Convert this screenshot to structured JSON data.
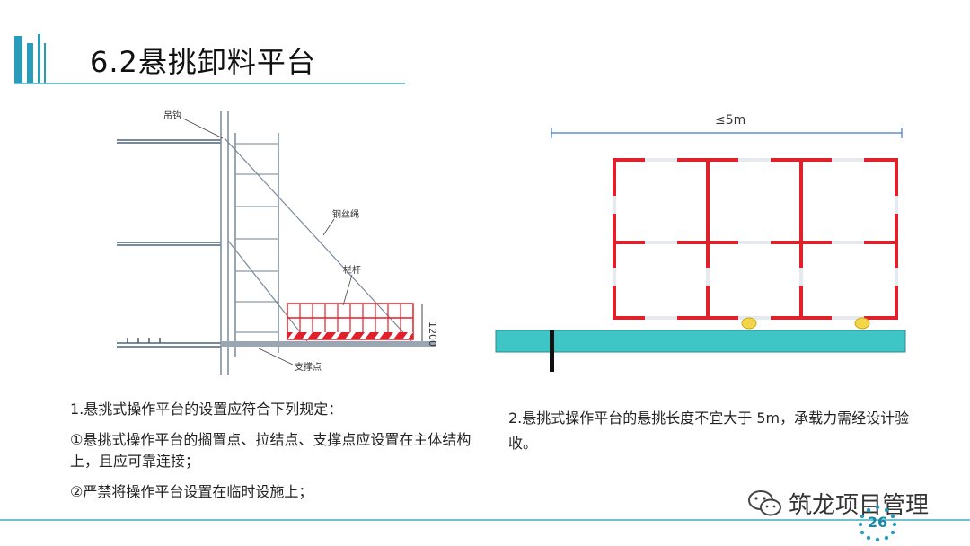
{
  "slide": {
    "title": "6.2悬挑卸料平台",
    "page_number": "26"
  },
  "left_figure": {
    "label_hook": "吊钩",
    "label_wire_rope": "钢丝绳",
    "label_railing": "栏杆",
    "label_support": "支撑点",
    "label_height": "1200"
  },
  "right_figure": {
    "label_length": "≤5m"
  },
  "left_text": {
    "item1": "1.悬挑式操作平台的设置应符合下列规定：",
    "item2": "①悬挑式操作平台的搁置点、拉结点、支撑点应设置在主体结构上，且应可靠连接；",
    "item3": "②严禁将操作平台设置在临时设施上；"
  },
  "right_text": {
    "item1": "2.悬挑式操作平台的悬挑长度不宜大于 5m，承载力需经设计验收。"
  },
  "watermark": {
    "text": "筑龙项目管理"
  },
  "colors": {
    "accent": "#2a9bb8",
    "line": "#6fc0d0",
    "red": "#e0202a",
    "teal_floor": "#3ec6c6"
  }
}
